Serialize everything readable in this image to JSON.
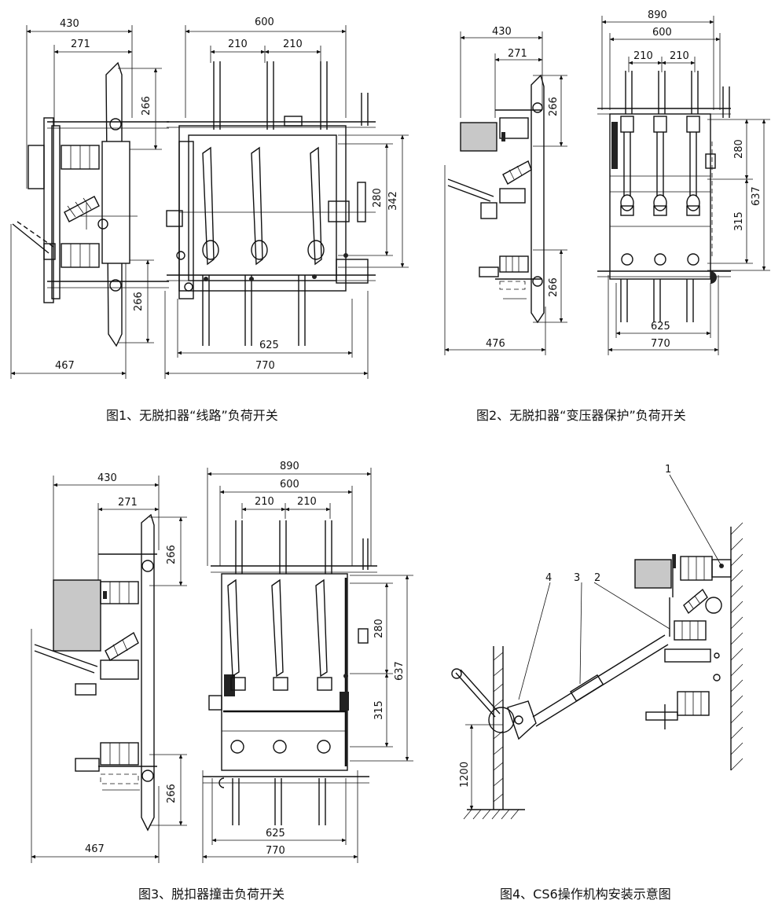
{
  "fig1": {
    "caption": "图1、无脱扣器“线路”负荷开关",
    "dims": {
      "d430": "430",
      "d271": "271",
      "d266a": "266",
      "d266b": "266",
      "d467": "467",
      "d600": "600",
      "d210a": "210",
      "d210b": "210",
      "d280": "280",
      "d342": "342",
      "d625": "625",
      "d770": "770"
    }
  },
  "fig2": {
    "caption": "图2、无脱扣器“变压器保护”负荷开关",
    "dims": {
      "d430": "430",
      "d271": "271",
      "d266a": "266",
      "d266b": "266",
      "d476": "476",
      "d890": "890",
      "d600": "600",
      "d210a": "210",
      "d210b": "210",
      "d280": "280",
      "d637": "637",
      "d315": "315",
      "d625": "625",
      "d770": "770"
    }
  },
  "fig3": {
    "caption": "图3、脱扣器撞击负荷开关",
    "dims": {
      "d430": "430",
      "d271": "271",
      "d266a": "266",
      "d266b": "266",
      "d467": "467",
      "d890": "890",
      "d600": "600",
      "d210a": "210",
      "d210b": "210",
      "d280": "280",
      "d637": "637",
      "d315": "315",
      "d625": "625",
      "d770": "770"
    }
  },
  "fig4": {
    "caption": "图4、CS6操作机构安装示意图",
    "labels": {
      "n1": "1",
      "n2": "2",
      "n3": "3",
      "n4": "4",
      "h1200": "1200"
    }
  }
}
